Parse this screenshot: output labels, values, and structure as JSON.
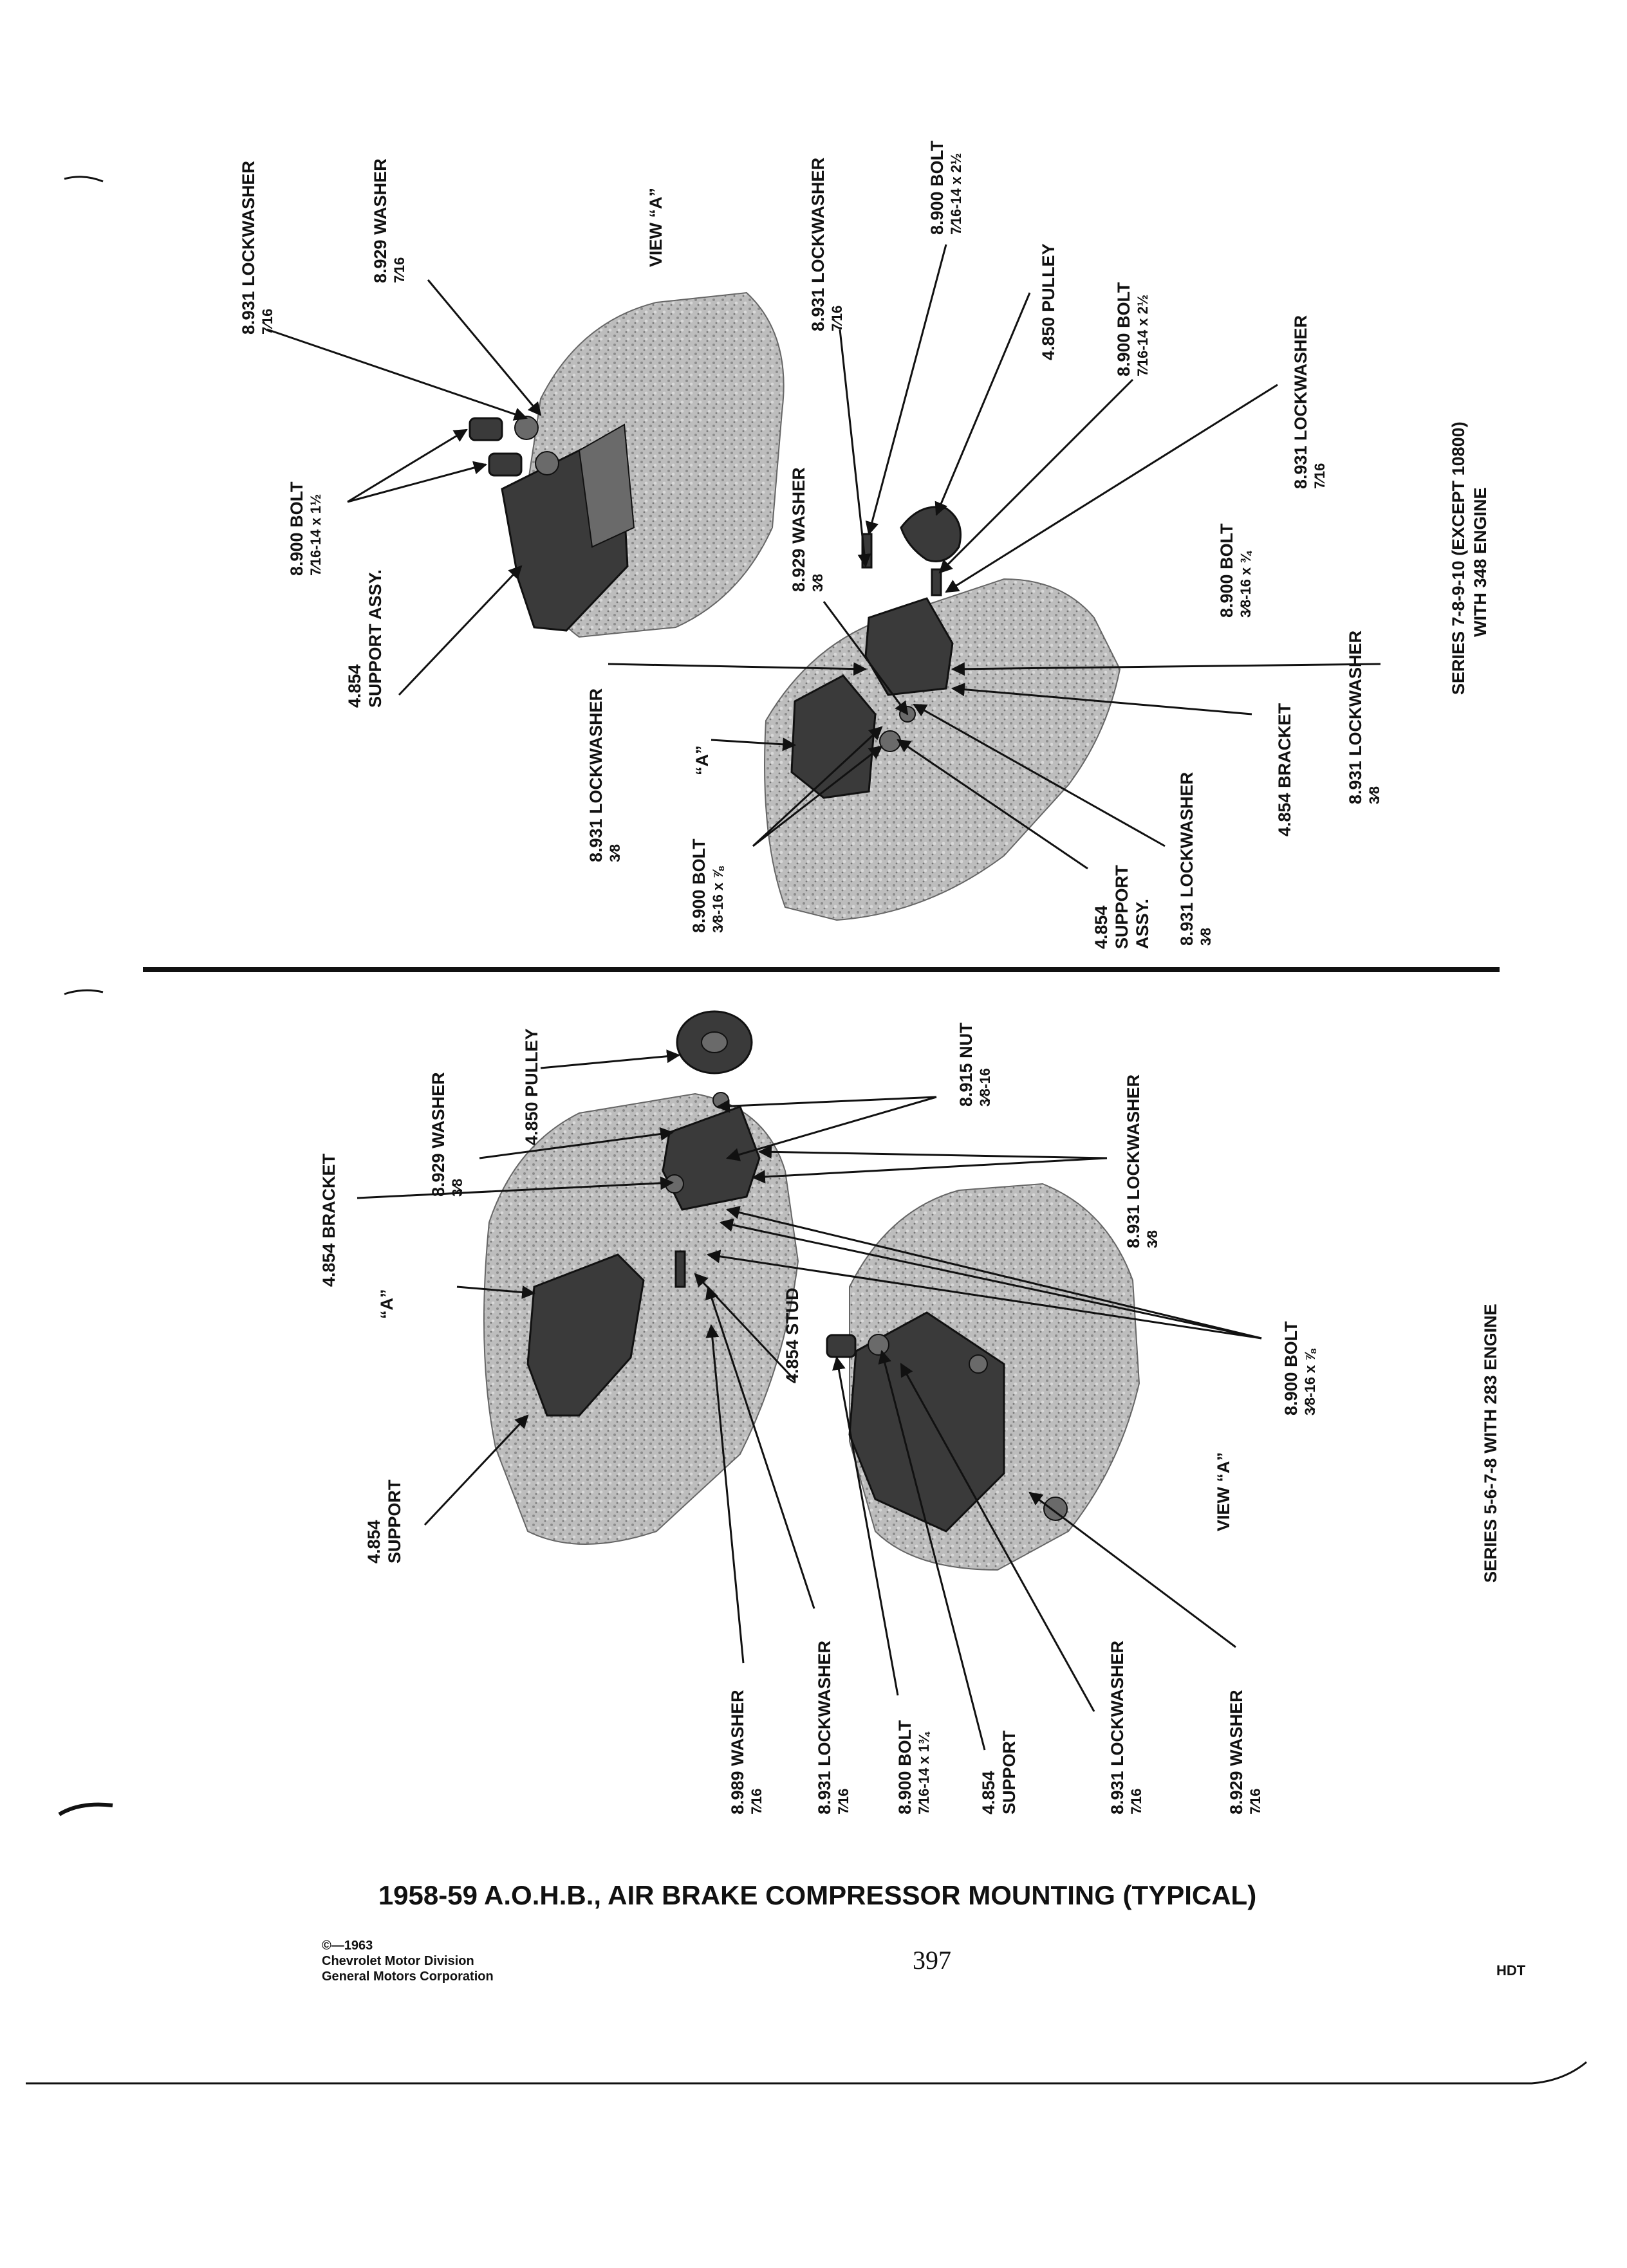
{
  "upper": {
    "view_title": "VIEW “A”",
    "series_line1": "SERIES 7-8-9-10 (EXCEPT 10800)",
    "series_line2": "WITH 348 ENGINE",
    "labels": {
      "lw716_top": {
        "a": "8.931 LOCKWASHER",
        "b": "7⁄16"
      },
      "wa716_top": {
        "a": "8.929 WASHER",
        "b": "7⁄16"
      },
      "bolt_1_5": {
        "a": "8.900 BOLT",
        "b": "7⁄16-14 x 1½"
      },
      "support": {
        "a": "4.854",
        "b": "SUPPORT ASSY."
      },
      "lw716_mid": {
        "a": "8.931 LOCKWASHER",
        "b": "7⁄16"
      },
      "bolt_2_5a": {
        "a": "8.900 BOLT",
        "b": "7⁄16-14 x 2½"
      },
      "pulley": {
        "a": "4.850 PULLEY"
      },
      "bolt_2_5b": {
        "a": "8.900 BOLT",
        "b": "7⁄16-14 x 2½"
      },
      "lw716_right": {
        "a": "8.931 LOCKWASHER",
        "b": "7⁄16"
      },
      "washer38": {
        "a": "8.929 WASHER",
        "b": "3⁄8"
      },
      "bolt_34": {
        "a": "8.900 BOLT",
        "b": "3⁄8-16 x ¾"
      },
      "lw38_left": {
        "a": "8.931 LOCKWASHER",
        "b": "3⁄8"
      },
      "view_a_mark": {
        "a": "“A”"
      },
      "bolt_78": {
        "a": "8.900 BOLT",
        "b": "3⁄8-16 x ⅞"
      },
      "support2": {
        "a": "4.854",
        "b": "SUPPORT",
        "c": "ASSY."
      },
      "lw38_bottom": {
        "a": "8.931 LOCKWASHER",
        "b": "3⁄8"
      },
      "bracket": {
        "a": "4.854 BRACKET"
      },
      "lw38_right": {
        "a": "8.931 LOCKWASHER",
        "b": "3⁄8"
      }
    }
  },
  "lower": {
    "view_title": "VIEW “A”",
    "series": "SERIES 5-6-7-8 WITH 283 ENGINE",
    "labels": {
      "bracket": {
        "a": "4.854 BRACKET"
      },
      "washer38": {
        "a": "8.929 WASHER",
        "b": "3⁄8"
      },
      "pulley": {
        "a": "4.850 PULLEY"
      },
      "nut": {
        "a": "8.915 NUT",
        "b": "3⁄8-16"
      },
      "lockwasher38": {
        "a": "8.931 LOCKWASHER",
        "b": "3⁄8"
      },
      "view_a_mark": {
        "a": "“A”"
      },
      "stud": {
        "a": "4.854 STUD"
      },
      "bolt78": {
        "a": "8.900 BOLT",
        "b": "3⁄8-16 x ⅞"
      },
      "support": {
        "a": "4.854",
        "b": "SUPPORT"
      },
      "washer_989": {
        "a": "8.989 WASHER",
        "b": "7⁄16"
      },
      "lw716_a": {
        "a": "8.931 LOCKWASHER",
        "b": "7⁄16"
      },
      "bolt_134": {
        "a": "8.900 BOLT",
        "b": "7⁄16-14 x 1¾"
      },
      "support2": {
        "a": "4.854",
        "b": "SUPPORT"
      },
      "lw716_b": {
        "a": "8.931 LOCKWASHER",
        "b": "7⁄16"
      },
      "wa716": {
        "a": "8.929 WASHER",
        "b": "7⁄16"
      }
    }
  },
  "footer": {
    "title": "1958-59 A.O.H.B., AIR BRAKE COMPRESSOR MOUNTING (TYPICAL)",
    "copyright": "©—1963",
    "division": "Chevrolet Motor Division",
    "corporation": "General Motors Corporation",
    "page_number": "397",
    "code": "HDT"
  }
}
